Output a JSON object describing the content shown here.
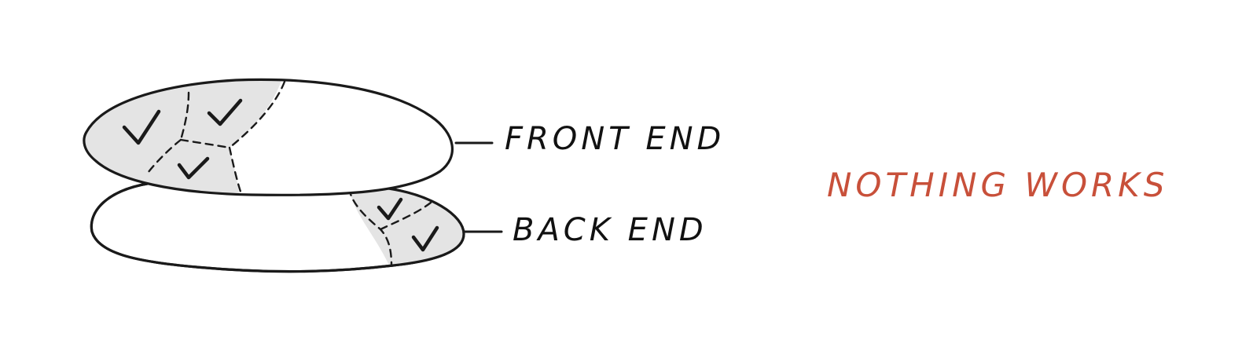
{
  "labels": {
    "front_end": "FRONT END",
    "back_end": "BACK END"
  },
  "headline": {
    "text": "NOTHING WORKS",
    "color": "#c8503a"
  },
  "colors": {
    "outline": "#1a1a1a",
    "done_fill": "#e4e4e4",
    "empty_fill": "#ffffff"
  },
  "icons": {
    "done_marker": "check-mark-icon"
  }
}
